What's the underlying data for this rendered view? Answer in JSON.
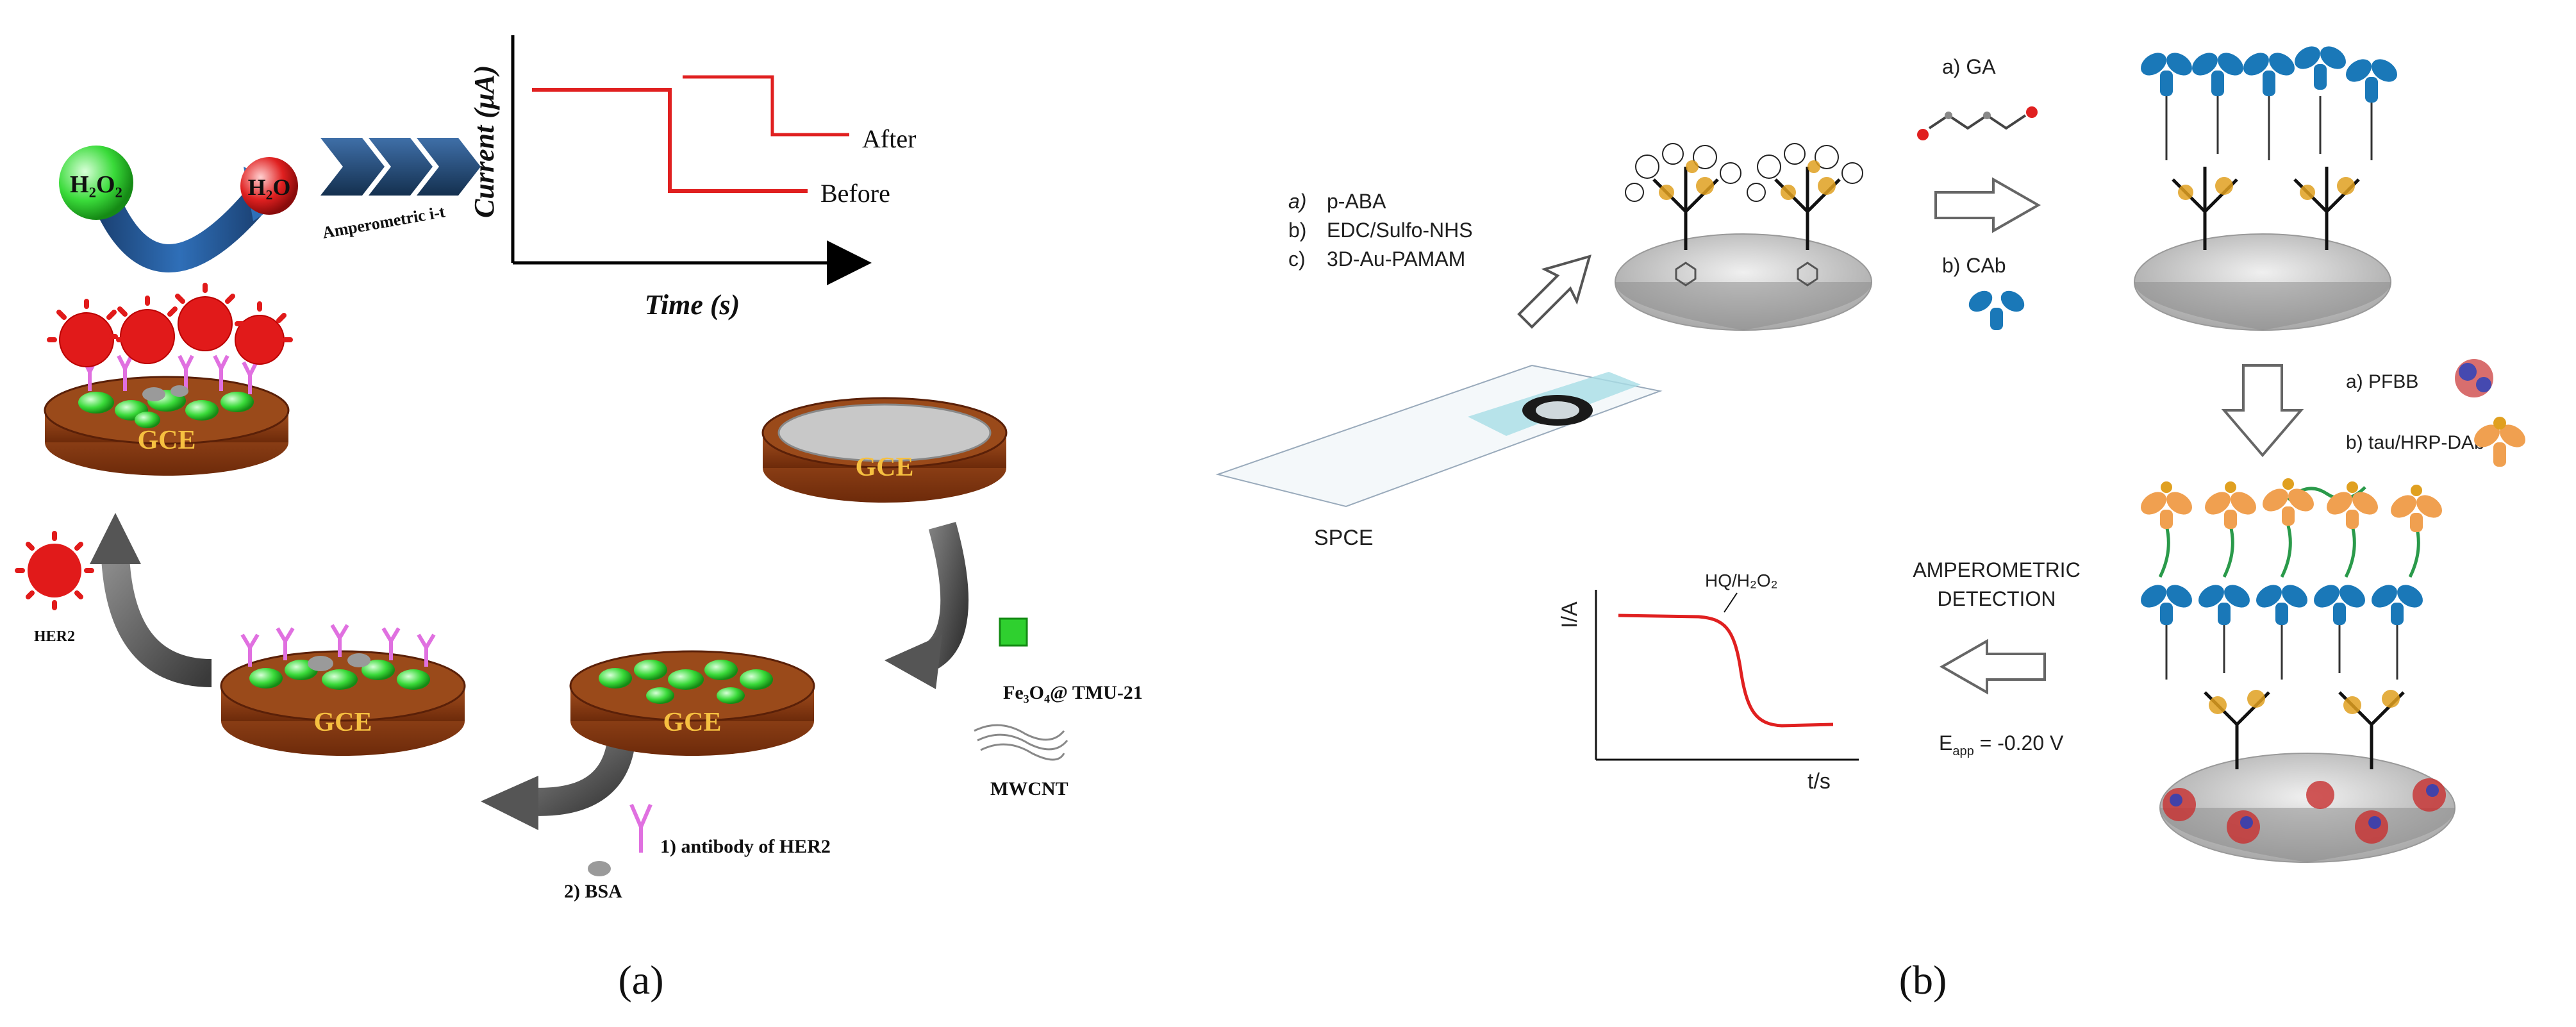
{
  "panel_a": {
    "caption": "(a)",
    "h2o2": "H₂O₂",
    "h2o": "H₂O",
    "amperometric_label": "Amperometric i-t",
    "chart": {
      "ylabel": "Current (μA)",
      "xlabel": "Time (s)",
      "after_label": "After",
      "before_label": "Before"
    },
    "electrode_label": "GCE",
    "her2_label": "HER2",
    "nanocomposite_label": "Fe₃O₄@ TMU-21",
    "mwcnt_label": "MWCNT",
    "step1_label": "1) antibody of HER2",
    "step2_label": "2) BSA"
  },
  "panel_b": {
    "caption": "(b)",
    "steps_first": [
      "a)",
      "b)",
      "c)"
    ],
    "steps_first_text": [
      "p-ABA",
      "EDC/Sulfo-NHS",
      "3D-Au-PAMAM"
    ],
    "spce_label": "SPCE",
    "ga_label": "a) GA",
    "cab_label": "b) CAb",
    "pfbb_label": "a)   PFBB",
    "tau_label": "b) tau/HRP-DAb",
    "amperometric_title_1": "AMPEROMETRIC",
    "amperometric_title_2": "DETECTION",
    "eapp_label": "E",
    "eapp_sub": "app",
    "eapp_value": " = -0.20 V",
    "chart": {
      "ylabel": "I/A",
      "xlabel": "t/s",
      "annotation": "HQ/H₂O₂"
    }
  },
  "colors": {
    "red_trace": "#e02020",
    "electrode_brown": "#8b3a12",
    "arrow_blue": "#1d4f8a",
    "antibody_blue": "#1a78b8",
    "antibody_orange": "#f0a050",
    "pink_antibody": "#e070e0",
    "green_particle": "#2fd02f"
  }
}
